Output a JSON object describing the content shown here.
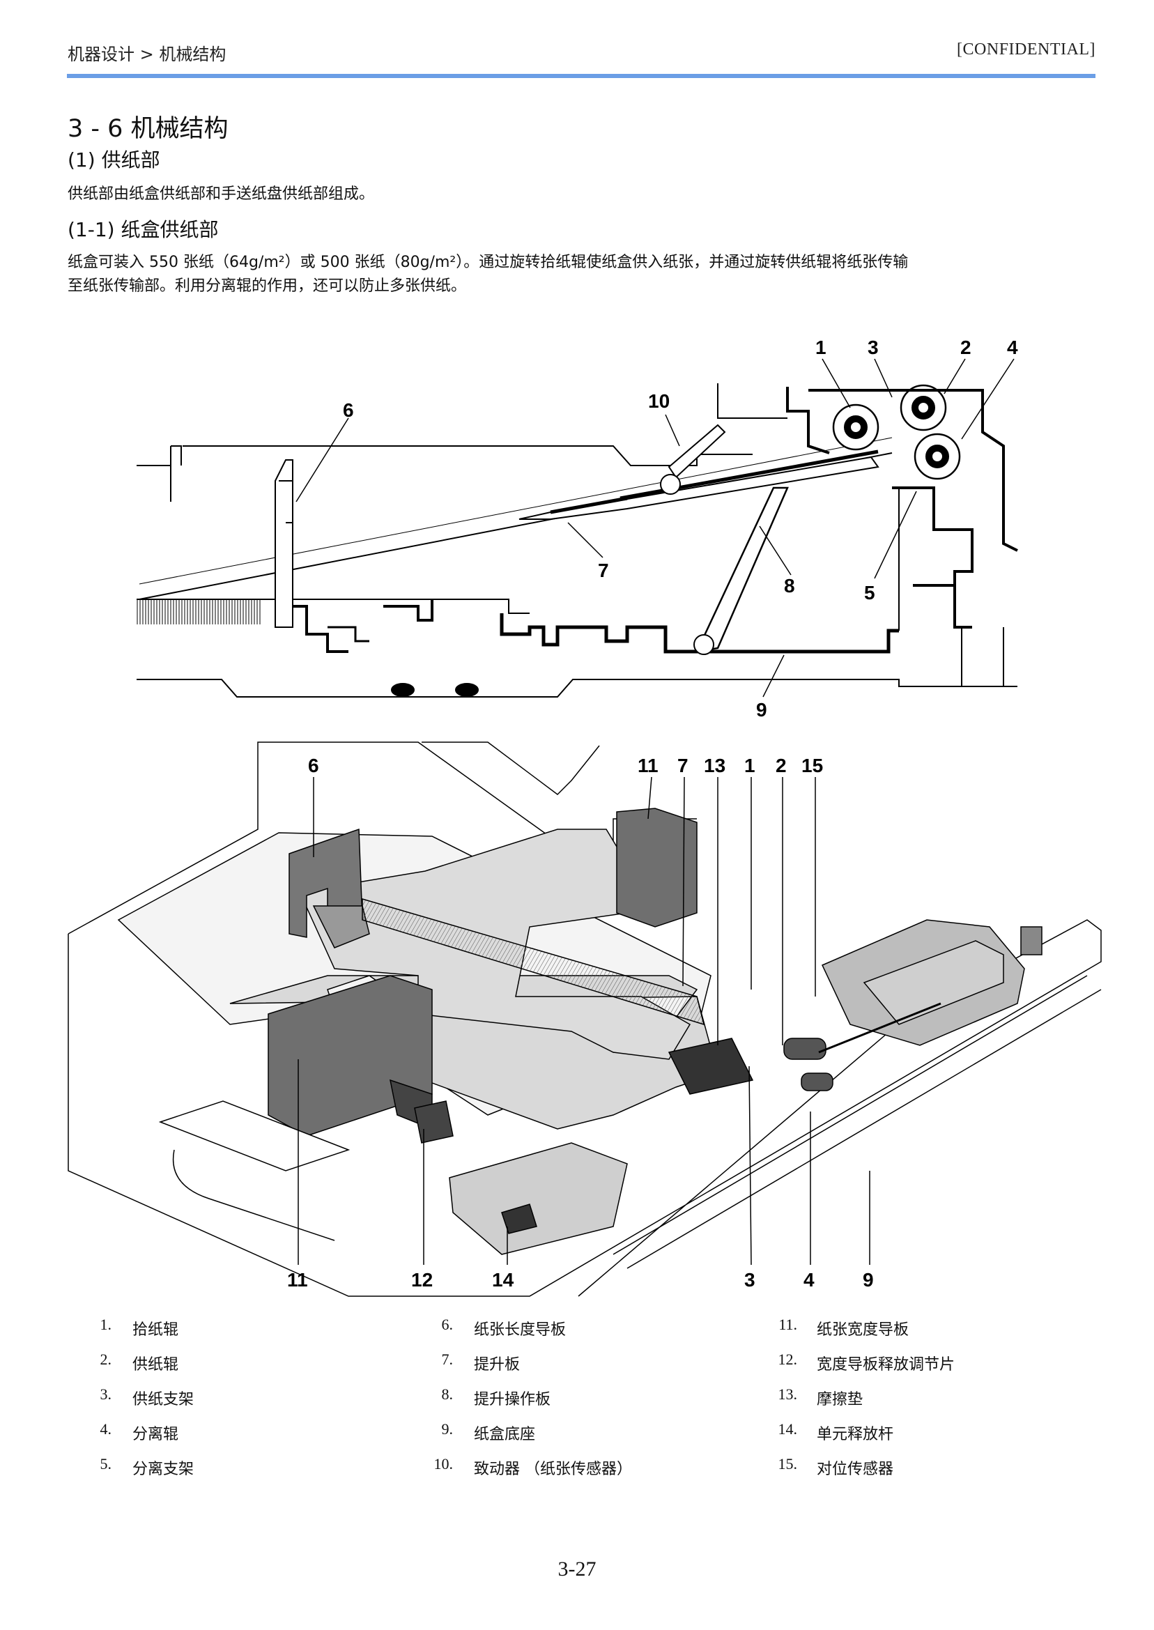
{
  "header": {
    "breadcrumb": "机器设计 > 机械结构",
    "confidential": "[CONFIDENTIAL]"
  },
  "section": {
    "title": "3 - 6 机械结构",
    "subtitle": "(1) 供纸部",
    "intro": "供纸部由纸盒供纸部和手送纸盘供纸部组成。",
    "subsection_title": "(1-1) 纸盒供纸部",
    "description_line1": "纸盒可装入 550 张纸（64g/m²）或 500 张纸（80g/m²）。通过旋转拾纸辊使纸盒供入纸张，并通过旋转供纸辊将纸张传输",
    "description_line2": "至纸张传输部。利用分离辊的作用，还可以防止多张供纸。"
  },
  "figure_top_callouts": [
    "1",
    "3",
    "2",
    "4",
    "6",
    "10",
    "7",
    "8",
    "5",
    "9"
  ],
  "figure_bottom_callouts_top": [
    "6",
    "11",
    "7",
    "13",
    "1",
    "2",
    "15"
  ],
  "figure_bottom_callouts_bottom": [
    "11",
    "12",
    "14",
    "3",
    "4",
    "9"
  ],
  "legend": {
    "col1": [
      {
        "num": "1.",
        "label": "拾纸辊"
      },
      {
        "num": "2.",
        "label": "供纸辊"
      },
      {
        "num": "3.",
        "label": "供纸支架"
      },
      {
        "num": "4.",
        "label": "分离辊"
      },
      {
        "num": "5.",
        "label": "分离支架"
      }
    ],
    "col2": [
      {
        "num": "6.",
        "label": "纸张长度导板"
      },
      {
        "num": "7.",
        "label": "提升板"
      },
      {
        "num": "8.",
        "label": "提升操作板"
      },
      {
        "num": "9.",
        "label": "纸盒底座"
      },
      {
        "num": "10.",
        "label": "致动器 （纸张传感器）"
      }
    ],
    "col3": [
      {
        "num": "11.",
        "label": "纸张宽度导板"
      },
      {
        "num": "12.",
        "label": "宽度导板释放调节片"
      },
      {
        "num": "13.",
        "label": "摩擦垫"
      },
      {
        "num": "14.",
        "label": "单元释放杆"
      },
      {
        "num": "15.",
        "label": "对位传感器"
      }
    ]
  },
  "footer": {
    "page_number": "3-27"
  },
  "colors": {
    "header_rule": "#6b9ee6",
    "line_art": "#000000",
    "shade_light": "#d9d9d9",
    "shade_dark": "#7a7a7a"
  }
}
